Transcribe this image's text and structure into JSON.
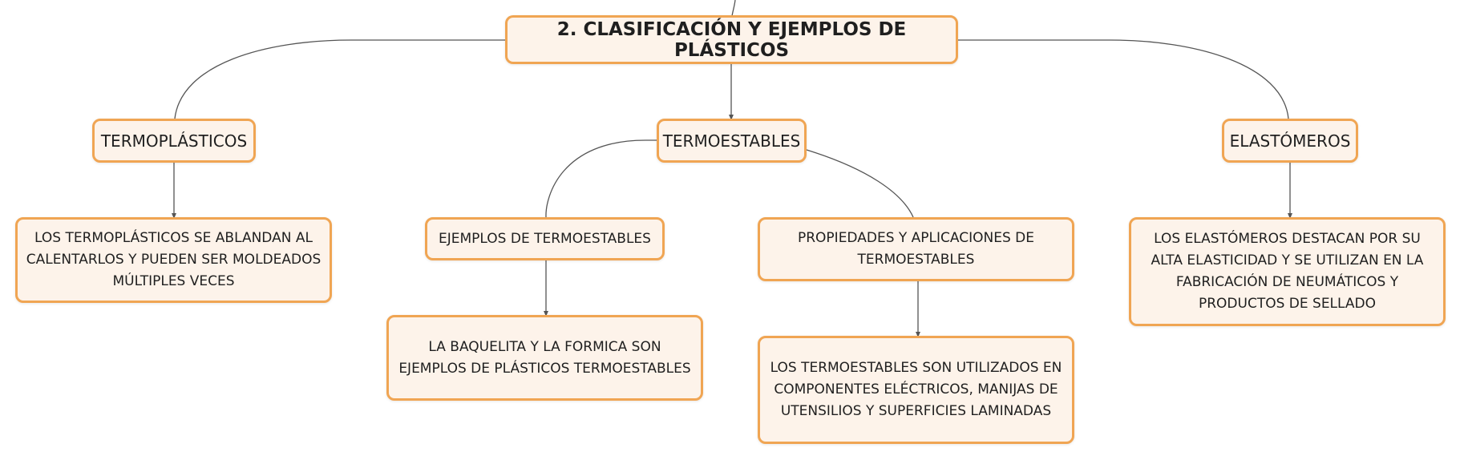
{
  "root": {
    "label": "2. CLASIFICACIÓN Y EJEMPLOS DE PLÁSTICOS"
  },
  "topics": {
    "termoplasticos": {
      "label": "TERMOPLÁSTICOS",
      "detail": "LOS TERMOPLÁSTICOS SE ABLANDAN AL CALENTARLOS Y PUEDEN SER MOLDEADOS MÚLTIPLES VECES"
    },
    "termoestables": {
      "label": "TERMOESTABLES",
      "ejemplos": {
        "label": "EJEMPLOS DE TERMOESTABLES",
        "detail": "LA BAQUELITA Y LA FORMICA SON EJEMPLOS DE PLÁSTICOS TERMOESTABLES"
      },
      "propiedades": {
        "label": "PROPIEDADES Y APLICACIONES DE TERMOESTABLES",
        "detail": "LOS TERMOESTABLES SON UTILIZADOS EN COMPONENTES ELÉCTRICOS, MANIJAS DE UTENSILIOS Y SUPERFICIES LAMINADAS"
      }
    },
    "elastomeros": {
      "label": "ELASTÓMEROS",
      "detail": "LOS ELASTÓMEROS DESTACAN POR SU ALTA ELASTICIDAD Y SE UTILIZAN EN LA FABRICACIÓN DE NEUMÁTICOS Y PRODUCTOS DE SELLADO"
    }
  },
  "colors": {
    "border": "#f0a553",
    "fill": "#fdf3ea",
    "line": "#555555"
  }
}
